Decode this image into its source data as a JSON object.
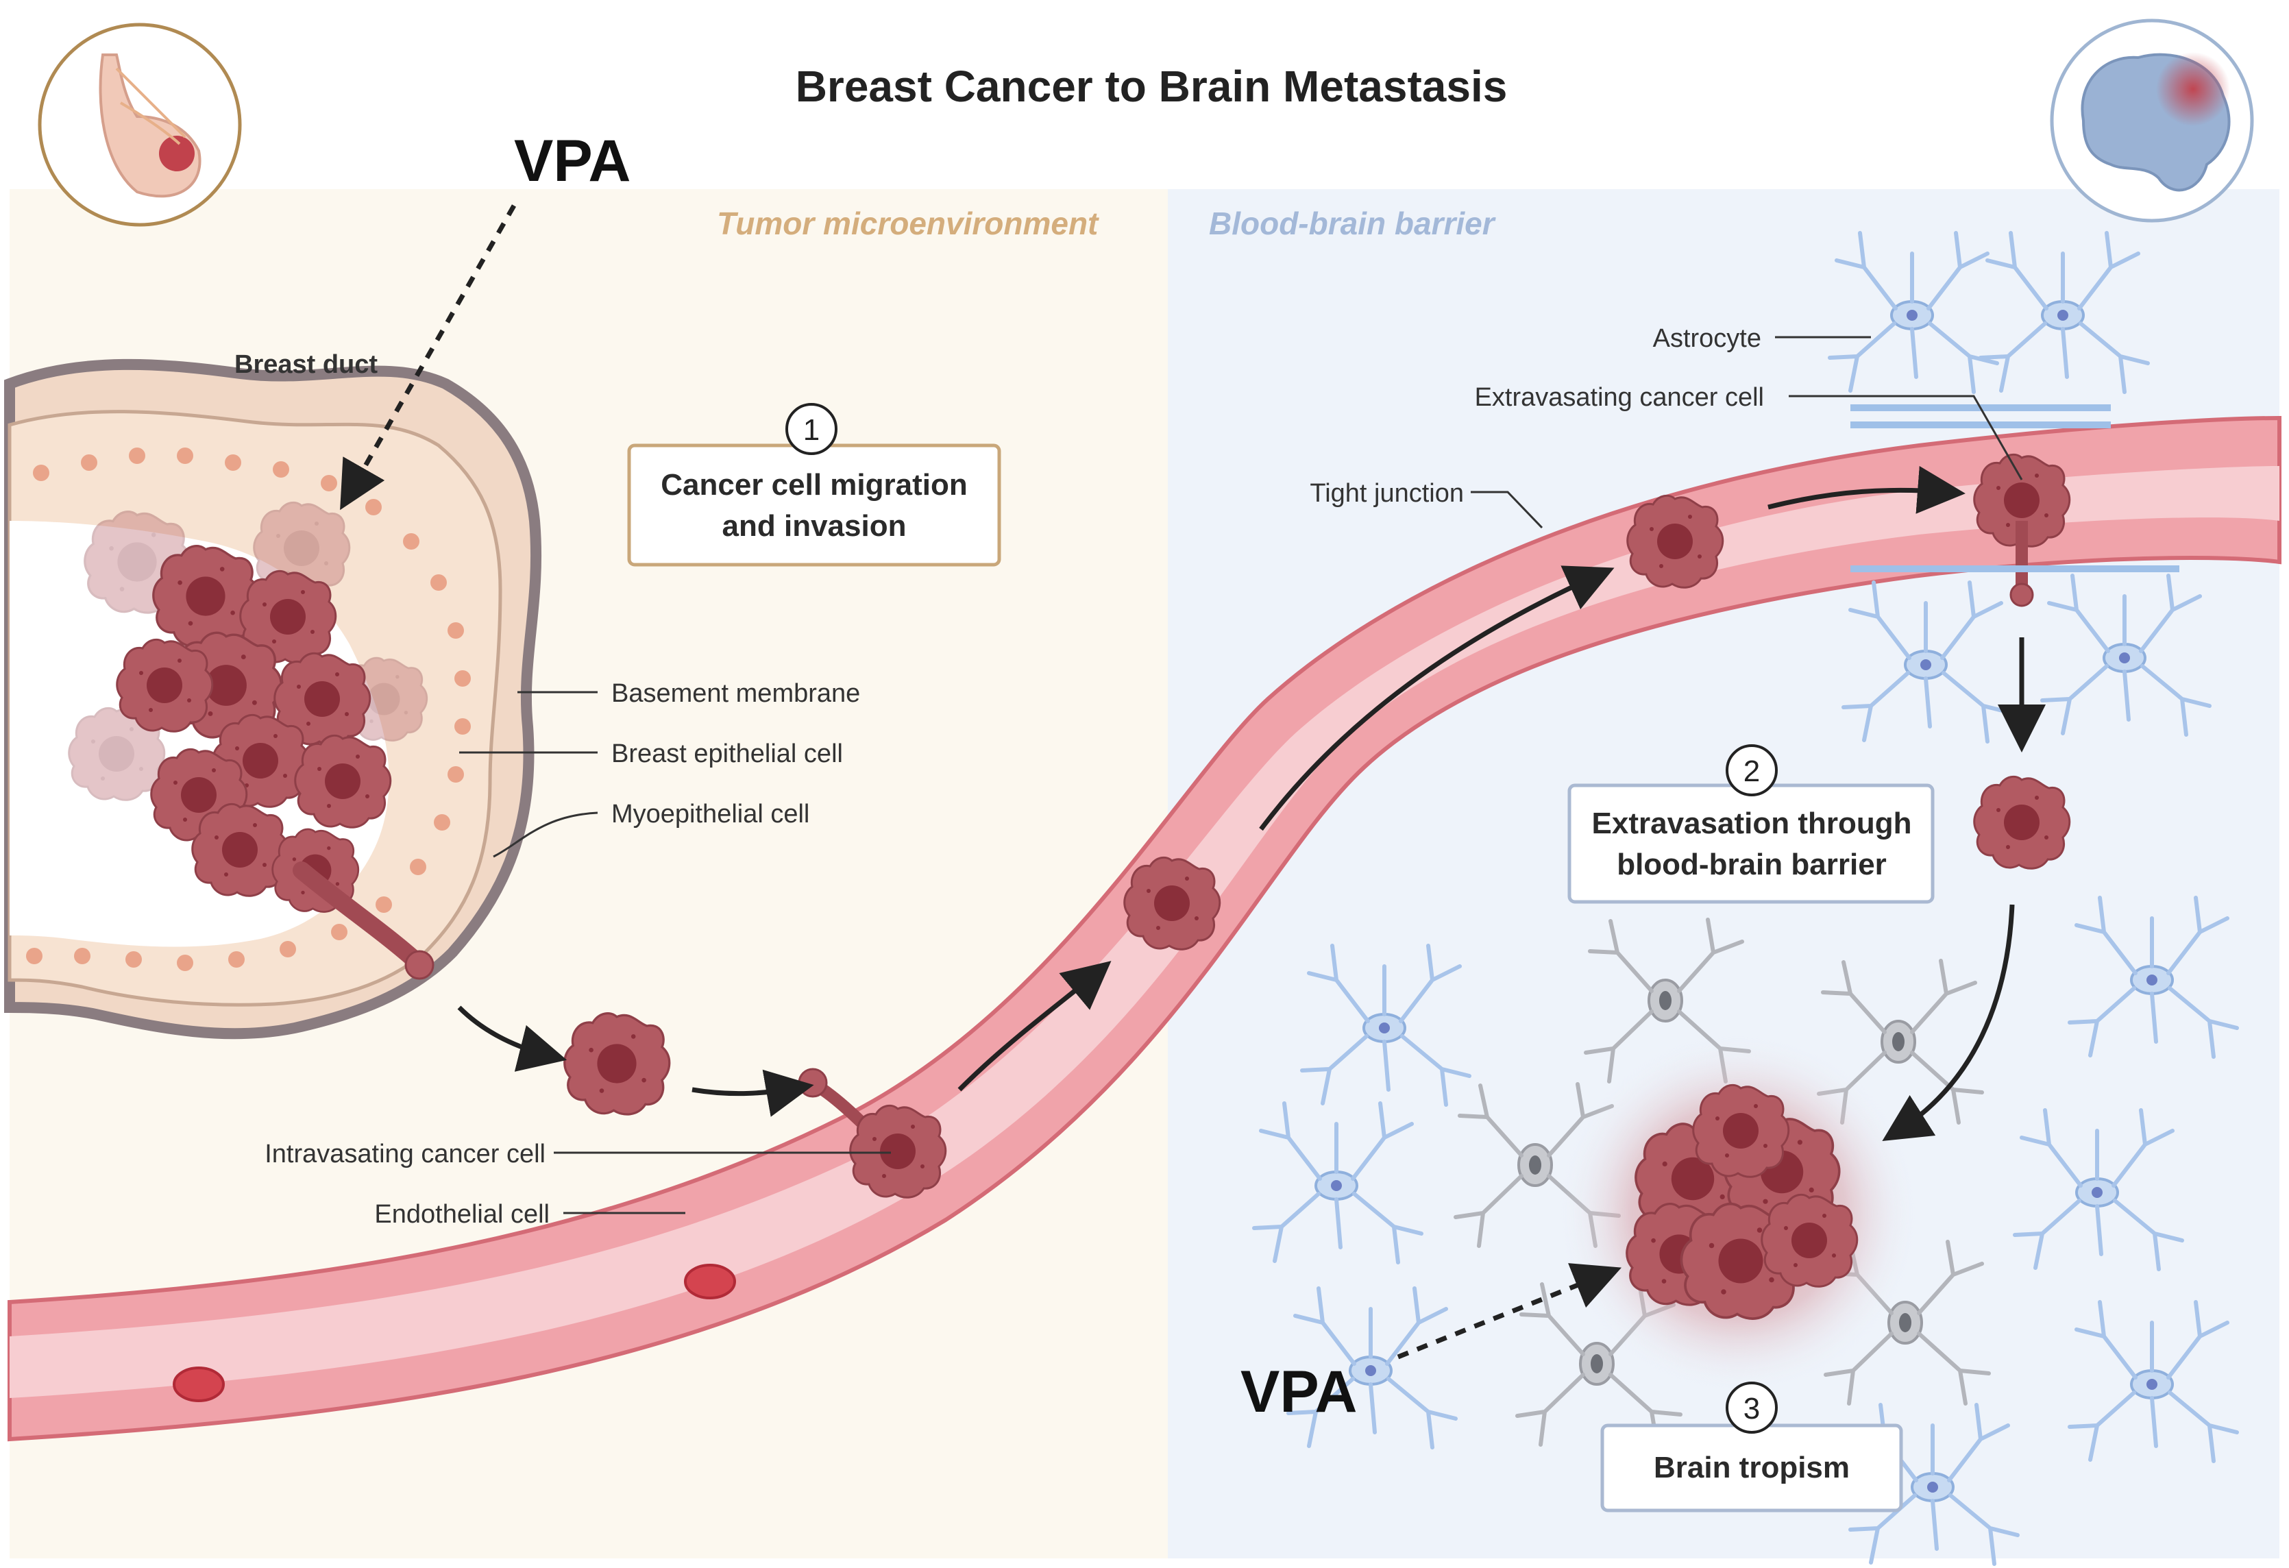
{
  "title": "Breast Cancer to Brain Metastasis",
  "regions": {
    "tumor": "Tumor microenvironment",
    "bbb": "Blood-brain barrier"
  },
  "drug": {
    "label_top": "VPA",
    "label_bottom": "VPA"
  },
  "labels": {
    "breast_duct": "Breast duct",
    "basement_membrane": "Basement membrane",
    "breast_epithelial_cell": "Breast epithelial cell",
    "myoepithelial_cell": "Myoepithelial cell",
    "intravasating_cancer_cell": "Intravasating cancer cell",
    "endothelial_cell": "Endothelial cell",
    "tight_junction": "Tight junction",
    "astrocyte": "Astrocyte",
    "extravasating_cancer_cell": "Extravasating cancer cell"
  },
  "steps": [
    {
      "number": "1",
      "line1": "Cancer cell migration",
      "line2": "and invasion"
    },
    {
      "number": "2",
      "line1": "Extravasation through",
      "line2": "blood-brain barrier"
    },
    {
      "number": "3",
      "line1": "Brain tropism",
      "line2": ""
    }
  ],
  "colors": {
    "tumor_bg": "#fcf8ef",
    "bbb_bg": "#eef3fa",
    "tumor_region_text": "#d4ad7c",
    "bbb_region_text": "#a3b8d8",
    "vessel": "#f0a3aa",
    "vessel_inner": "#f7cdd1",
    "cancer_cell": "#b25a62",
    "nucleus": "#8a2f3a",
    "astrocyte_blue": "#b7cfee",
    "astrocyte_gray": "#b7b9bf",
    "box_gold": "#c9a77a",
    "box_blue": "#aab9d2"
  }
}
